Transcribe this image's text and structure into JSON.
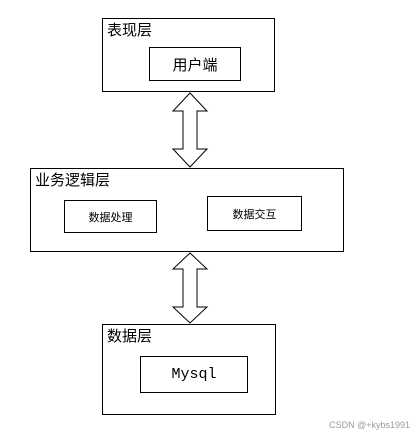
{
  "layers": {
    "presentation": {
      "title": "表现层",
      "boxes": [
        "用户端"
      ]
    },
    "business": {
      "title": "业务逻辑层",
      "boxes": [
        "数据处理",
        "数据交互"
      ]
    },
    "data": {
      "title": "数据层",
      "boxes": [
        "Mysql"
      ]
    }
  },
  "watermark": "CSDN @+kybs1991"
}
